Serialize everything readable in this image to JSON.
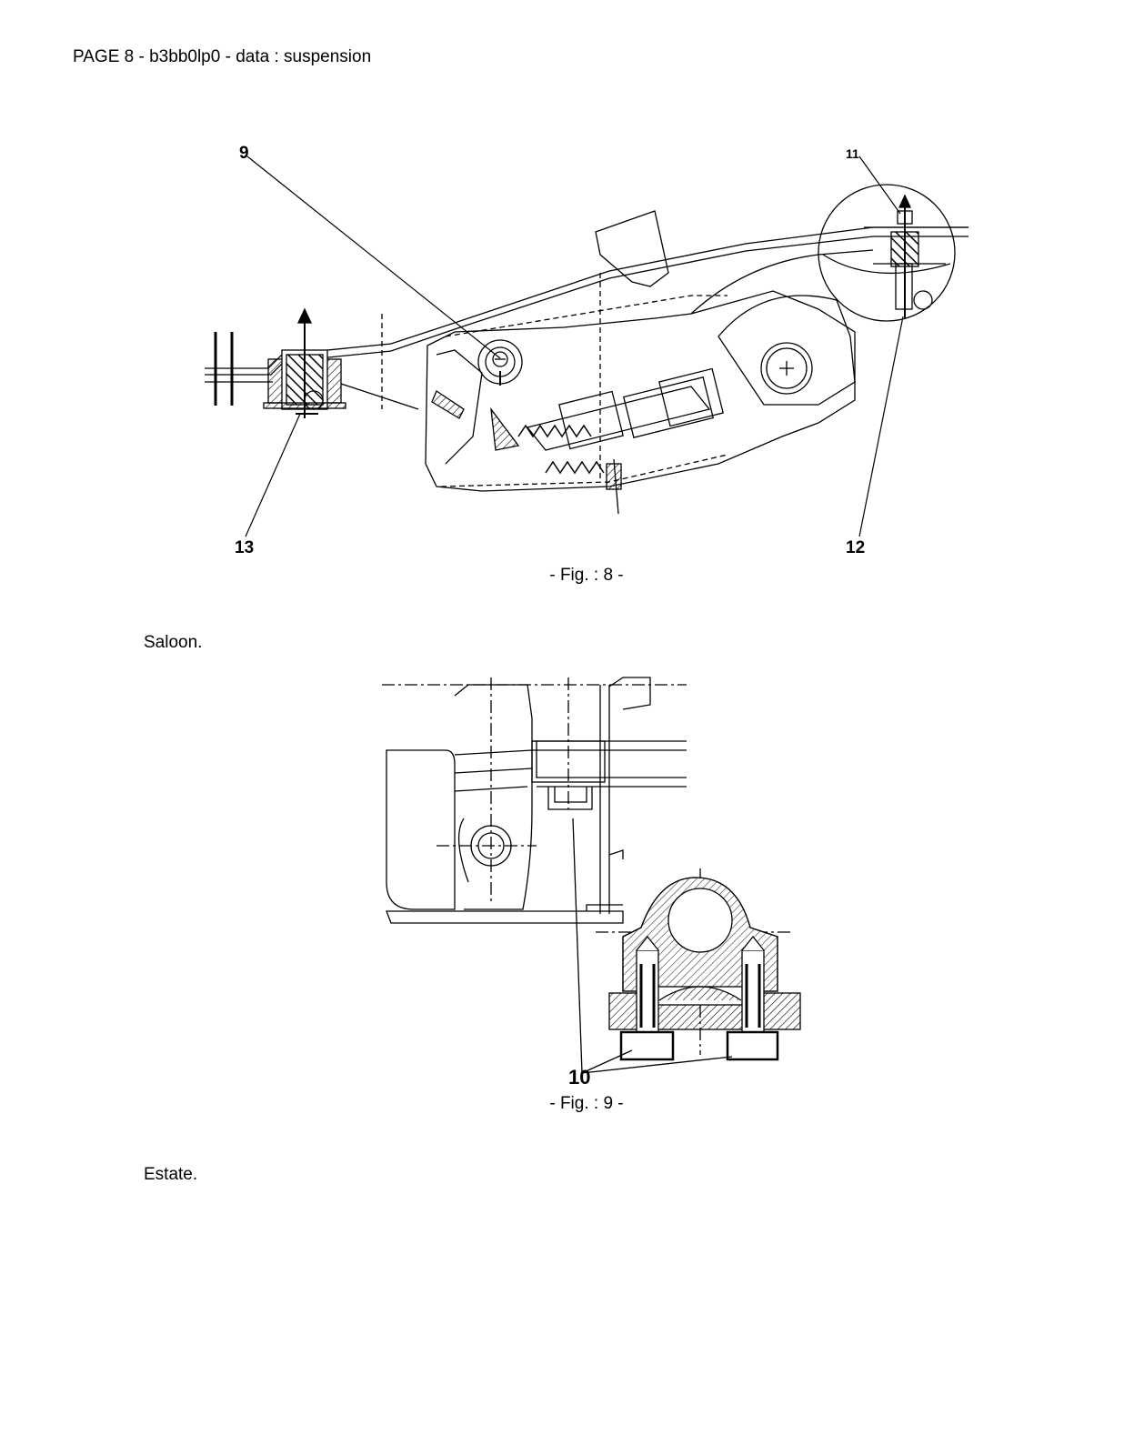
{
  "header": {
    "text": "PAGE 8 - b3bb0lp0 - data : suspension"
  },
  "figure8": {
    "caption": "- Fig. : 8 -",
    "callouts": {
      "c9": "9",
      "c11": "11",
      "c12": "12",
      "c13": "13"
    }
  },
  "note1": "Saloon.",
  "figure9": {
    "caption": "- Fig. : 9 -",
    "callouts": {
      "c10": "10"
    }
  },
  "note2": "Estate."
}
